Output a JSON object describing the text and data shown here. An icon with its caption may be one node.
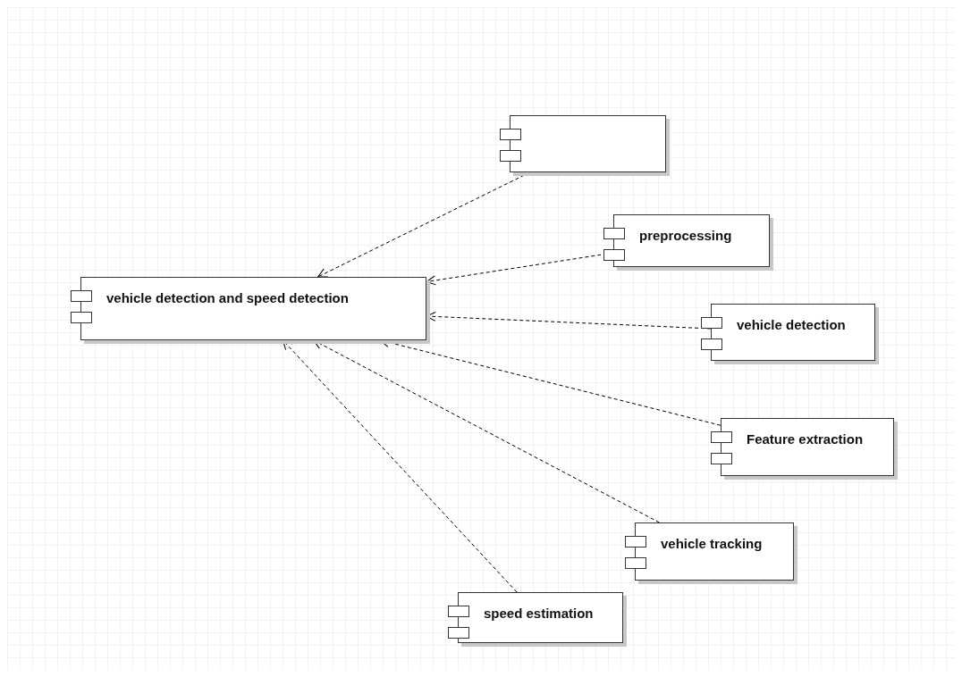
{
  "diagram": {
    "nodes": [
      {
        "text": [
          "vehicle detection and speed detection"
        ]
      },
      {
        "text": [],
        "shape": "box"
      },
      {
        "text": [
          "preprocessing"
        ]
      },
      {
        "text": [
          "vehicle detection"
        ]
      },
      {
        "text": [
          "Feature extraction"
        ]
      },
      {
        "text": [
          "vehicle tracking"
        ]
      },
      {
        "text": [
          "speed estimation"
        ]
      }
    ],
    "edges": [
      {
        "from": 1,
        "to": 0,
        "arrow": "to",
        "style": "dashed"
      },
      {
        "from": 2,
        "to": 0,
        "arrow": "to",
        "style": "dashed"
      },
      {
        "from": 3,
        "to": 0,
        "arrow": "to",
        "style": "dashed"
      },
      {
        "from": 4,
        "to": 0,
        "arrow": "to",
        "style": "dashed"
      },
      {
        "from": 5,
        "to": 0,
        "arrow": "to",
        "style": "dashed"
      },
      {
        "from": 6,
        "to": 0,
        "arrow": "to",
        "style": "dashed"
      }
    ]
  }
}
